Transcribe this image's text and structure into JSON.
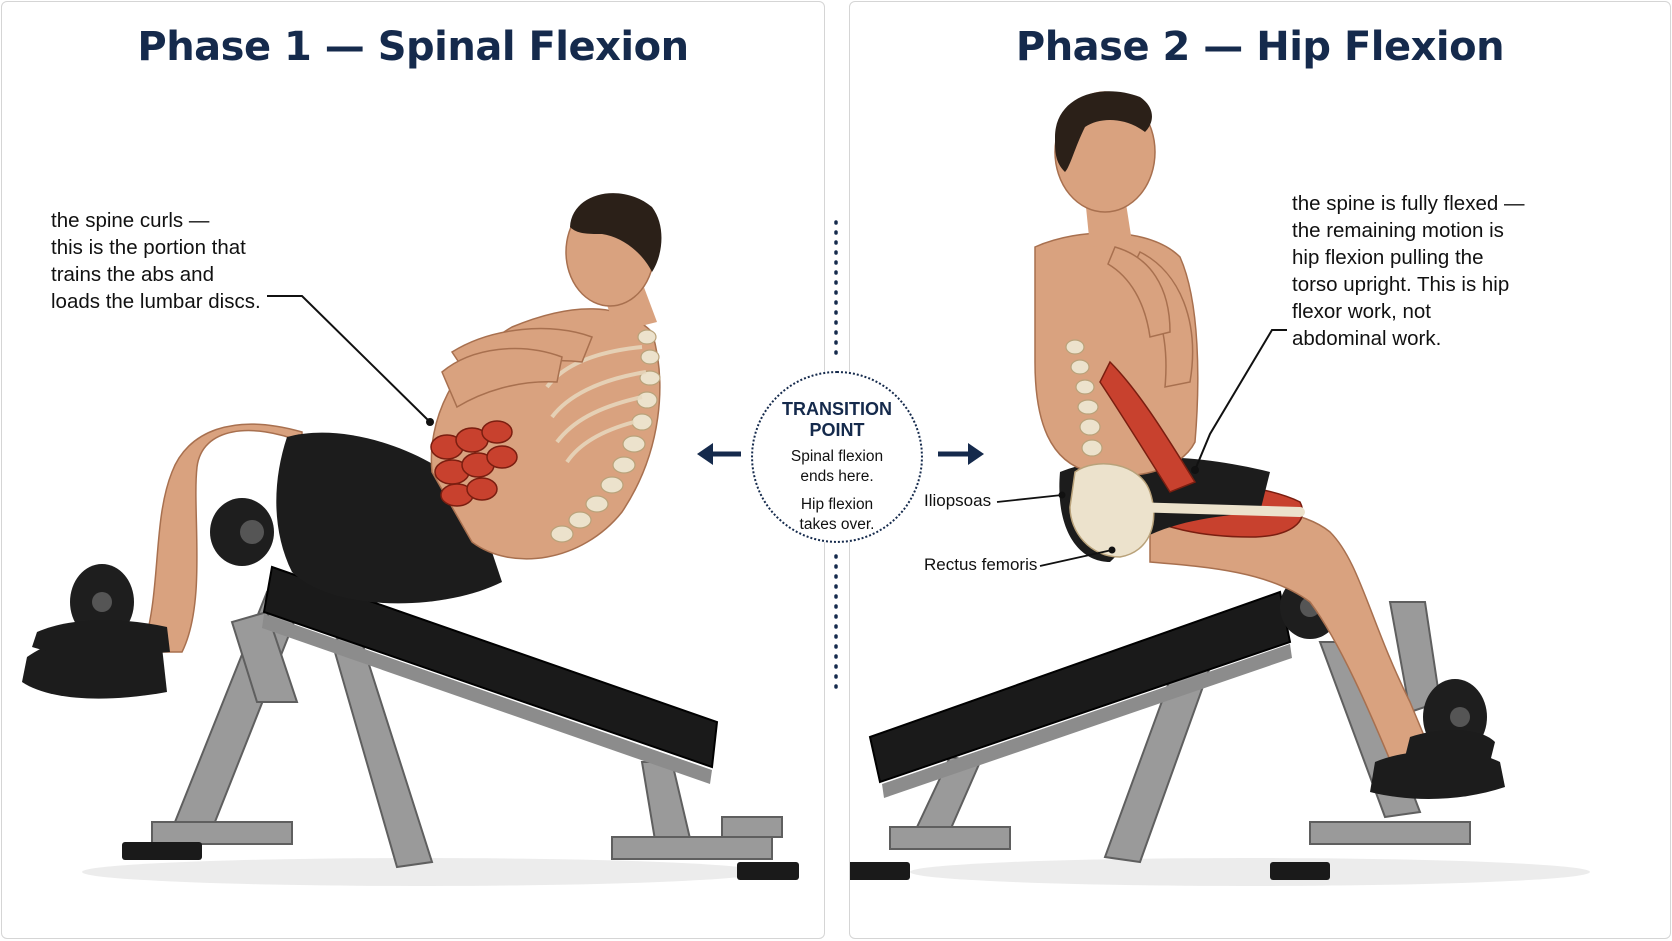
{
  "colors": {
    "title": "#152a4c",
    "accent_navy": "#152a4c",
    "text": "#111111",
    "panel_border": "#d5d5d5",
    "skin": "#d9a27f",
    "shorts": "#1c1c1c",
    "bench_pad": "#1a1a1a",
    "bench_frame": "#9a9a9a",
    "muscle": "#c8412e",
    "bone": "#ece2cc"
  },
  "left_panel": {
    "title": "Phase 1 — Spinal Flexion",
    "note_lines": [
      "the spine curls —",
      "this is the portion that",
      "trains the abs and",
      "loads the lumbar discs."
    ]
  },
  "right_panel": {
    "title": "Phase 2 — Hip Flexion",
    "note_lines": [
      "the spine is fully flexed —",
      "the remaining motion is",
      "hip flexion pulling the",
      "torso upright. This is hip",
      "flexor work, not",
      "abdominal work."
    ],
    "label_iliopsoas": "Iliopsoas",
    "label_rectus_femoris": "Rectus femoris"
  },
  "transition": {
    "heading_lines": [
      "TRANSITION",
      "POINT"
    ],
    "line_1": [
      "Spinal flexion",
      "ends here."
    ],
    "line_2": [
      "Hip flexion",
      "takes over."
    ]
  },
  "icons": {
    "left_arrow": "arrow-left-icon",
    "right_arrow": "arrow-right-icon"
  }
}
